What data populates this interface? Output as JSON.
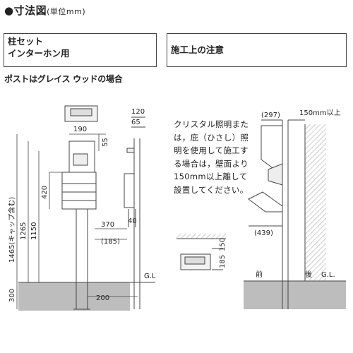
{
  "title": "●寸法図",
  "title_unit": "(単位mm)",
  "box_left": [
    "柱セット",
    "インターホン用"
  ],
  "box_right": "施工上の注意",
  "subtitle": "ポストはグレイス ウッドの場合",
  "note": "クリスタル照明または，庇（ひさし）照明を使用して施工する場合は，壁面より150mm以上離して設置してください。",
  "dims": {
    "top_width": "190",
    "d55": "55",
    "d420": "420",
    "d1150": "1150",
    "d1265": "1265",
    "d1465": "1465(キャップ含む)",
    "d300": "300",
    "d200": "200",
    "d370": "370",
    "d185p": "(185)",
    "side_120": "120",
    "side_65": "65",
    "side_40": "40",
    "gl_side": "G.L",
    "d297": "(297)",
    "d150over": "150mm以上",
    "d439": "(439)",
    "front": "前",
    "back": "後",
    "gl_right": "G.L.",
    "lamp_185": "185",
    "lamp_150": "150"
  }
}
